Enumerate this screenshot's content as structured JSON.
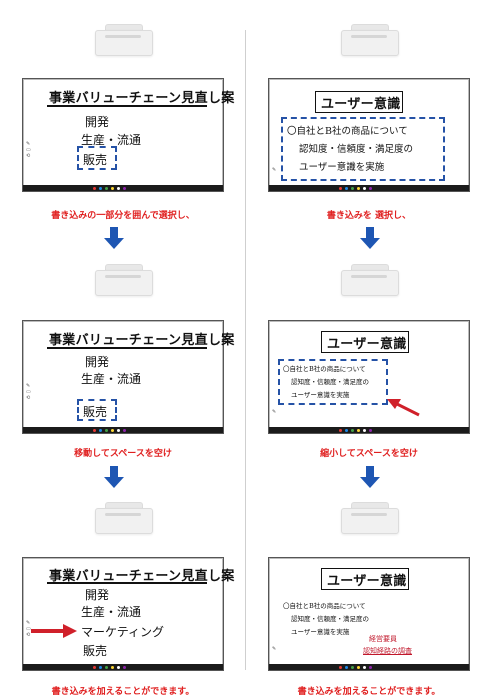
{
  "left": {
    "screen1": {
      "title": "事業バリューチェーン見直し案",
      "items": [
        "開発",
        "生産・流通",
        "販売"
      ]
    },
    "caption1": "書き込みの一部分を囲んで選択し、",
    "screen2": {
      "title": "事業バリューチェーン見直し案",
      "items": [
        "開発",
        "生産・流通",
        "販売"
      ]
    },
    "caption2": "移動してスペースを空け",
    "screen3": {
      "title": "事業バリューチェーン見直し案",
      "items": [
        "開発",
        "生産・流通",
        "マーケティング",
        "販売"
      ]
    },
    "caption3": "書き込みを加えることができます。"
  },
  "right": {
    "screen1": {
      "title": "ユーザー意識",
      "lines": [
        "〇自社とB社の商品について",
        "認知度・信頼度・満足度の",
        "ユーザー意識を実施"
      ]
    },
    "caption1": "書き込みを 選択し、",
    "screen2": {
      "title": "ユーザー意識",
      "lines": [
        "〇自社とB社の商品について",
        "認知度・信頼度・満足度の",
        "ユーザー意識を実施"
      ]
    },
    "caption2": "縮小してスペースを空け",
    "screen3": {
      "title": "ユーザー意識",
      "lines": [
        "〇自社とB社の商品について",
        "認知度・信頼度・満足度の",
        "ユーザー意識を実施"
      ],
      "added": [
        "経営要員",
        "認知経路の調査"
      ]
    },
    "caption3": "書き込みを加えることができます。"
  },
  "colors": {
    "caption_red": "#e02020",
    "arrow_blue": "#1e56b3",
    "selection_blue": "#2552a6",
    "annotation_red": "#c0162a"
  }
}
